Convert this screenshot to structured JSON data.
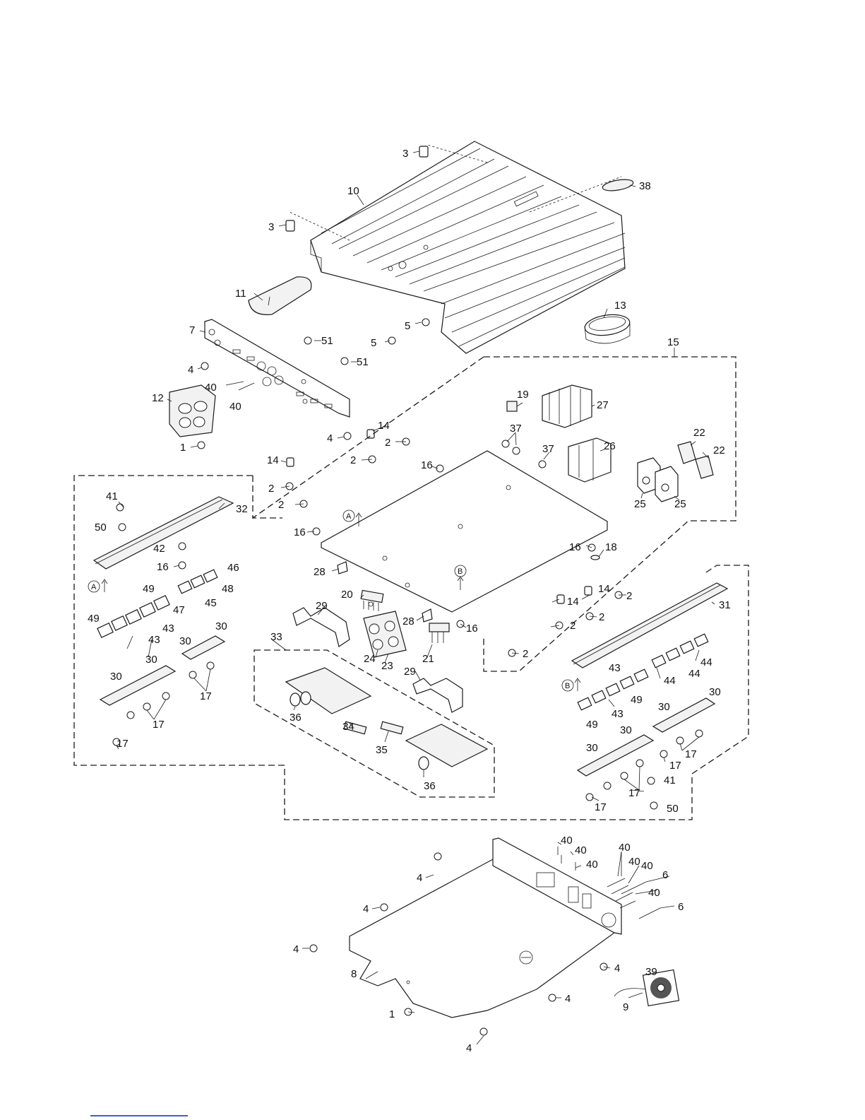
{
  "diagram": {
    "title": "",
    "labels": {
      "p1a": "1",
      "p1b": "1",
      "p2a": "2",
      "p2b": "2",
      "p2c": "2",
      "p2d": "2",
      "p2e": "2",
      "p2f": "2",
      "p2g": "2",
      "p2h": "2",
      "p3a": "3",
      "p3b": "3",
      "p4a": "4",
      "p4b": "4",
      "p4c": "4",
      "p4d": "4",
      "p4e": "4",
      "p4f": "4",
      "p4g": "4",
      "p4h": "4",
      "p5a": "5",
      "p5b": "5",
      "p6a": "6",
      "p6b": "6",
      "p7": "7",
      "p8": "8",
      "p9": "9",
      "p10": "10",
      "p11": "11",
      "p12": "12",
      "p13": "13",
      "p14a": "14",
      "p14b": "14",
      "p14c": "14",
      "p14d": "14",
      "p15": "15",
      "p16a": "16",
      "p16b": "16",
      "p16c": "16",
      "p16d": "16",
      "p16e": "16",
      "p17a": "17",
      "p17b": "17",
      "p17c": "17",
      "p17d": "17",
      "p17e": "17",
      "p17f": "17",
      "p17g": "17",
      "p18": "18",
      "p19": "19",
      "p20": "20",
      "p21": "21",
      "p22a": "22",
      "p22b": "22",
      "p23": "23",
      "p24": "24",
      "p25a": "25",
      "p25b": "25",
      "p26": "26",
      "p27": "27",
      "p28a": "28",
      "p28b": "28",
      "p29a": "29",
      "p29b": "29",
      "p30a": "30",
      "p30b": "30",
      "p30c": "30",
      "p30d": "30",
      "p30e": "30",
      "p30f": "30",
      "p30g": "30",
      "p30h": "30",
      "p31": "31",
      "p32": "32",
      "p33": "33",
      "p34": "34",
      "p35": "35",
      "p36a": "36",
      "p36b": "36",
      "p37a": "37",
      "p37b": "37",
      "p38": "38",
      "p39": "39",
      "p40a": "40",
      "p40b": "40",
      "p40c": "40",
      "p40d": "40",
      "p40e": "40",
      "p40f": "40",
      "p40g": "40",
      "p40h": "40",
      "p40i": "40",
      "p41a": "41",
      "p41b": "41",
      "p42": "42",
      "p43a": "43",
      "p43b": "43",
      "p43c": "43",
      "p43d": "43",
      "p44a": "44",
      "p44b": "44",
      "p44c": "44",
      "p45": "45",
      "p46": "46",
      "p47": "47",
      "p48": "48",
      "p49a": "49",
      "p49b": "49",
      "p49c": "49",
      "p49d": "49",
      "p50a": "50",
      "p50b": "50",
      "p51a": "51",
      "p51b": "51"
    },
    "ref_marks": {
      "a1": "A",
      "a2": "A",
      "b1": "B",
      "b2": "B"
    }
  }
}
